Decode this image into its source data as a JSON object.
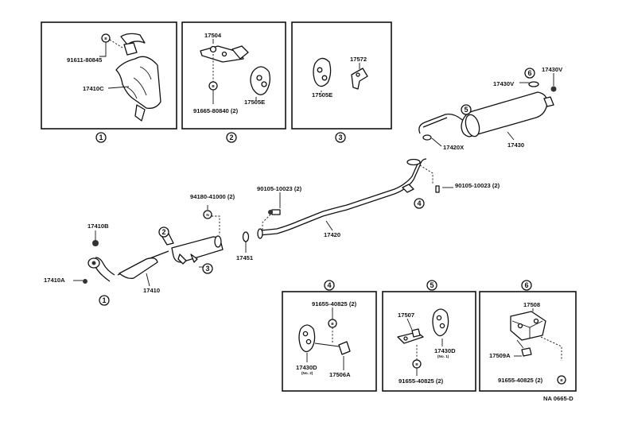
{
  "insets": {
    "box1": {
      "circle": "1",
      "parts": {
        "bolt": "91611-80845",
        "heat_insulator": "17410C"
      }
    },
    "box2": {
      "circle": "2",
      "parts": {
        "bracket": "17504",
        "bolt": "91665-80840 (2)",
        "hanger": "17505E"
      }
    },
    "box3": {
      "circle": "3",
      "parts": {
        "hanger": "17505E",
        "bracket": "17572"
      }
    },
    "box4": {
      "circle": "4",
      "parts": {
        "bolt": "91655-40825 (2)",
        "hanger": "17430D",
        "hanger_note": "(No. 2)",
        "bracket": "17506A"
      }
    },
    "box5": {
      "circle": "5",
      "parts": {
        "bracket": "17507",
        "hanger": "17430D",
        "hanger_note": "(No. 1)",
        "bolt": "91655-40825 (2)"
      }
    },
    "box6": {
      "circle": "6",
      "parts": {
        "support": "17508",
        "cushion": "17509A",
        "bolt": "91655-40825 (2)"
      }
    }
  },
  "main": {
    "gasket_17410b": "17410B",
    "nut_17410a": "17410A",
    "front_pipe": "17410",
    "circle_1": "1",
    "circle_2": "2",
    "circle_3": "3",
    "circle_4": "4",
    "circle_5": "5",
    "circle_6": "6",
    "nut_94180": "94180-41000 (2)",
    "bolt_90105_a": "90105-10023 (2)",
    "gasket_17451": "17451",
    "center_pipe": "17420",
    "bolt_90105_b": "90105-10023 (2)",
    "muffler": "17430",
    "gasket_17420x": "17420X",
    "ring_17430v": "17430V",
    "ring_17430v_2": "17430V"
  },
  "callout_letters": {
    "bolt": "B",
    "nut": "N"
  },
  "footer": {
    "code": "NA 0665-D"
  }
}
